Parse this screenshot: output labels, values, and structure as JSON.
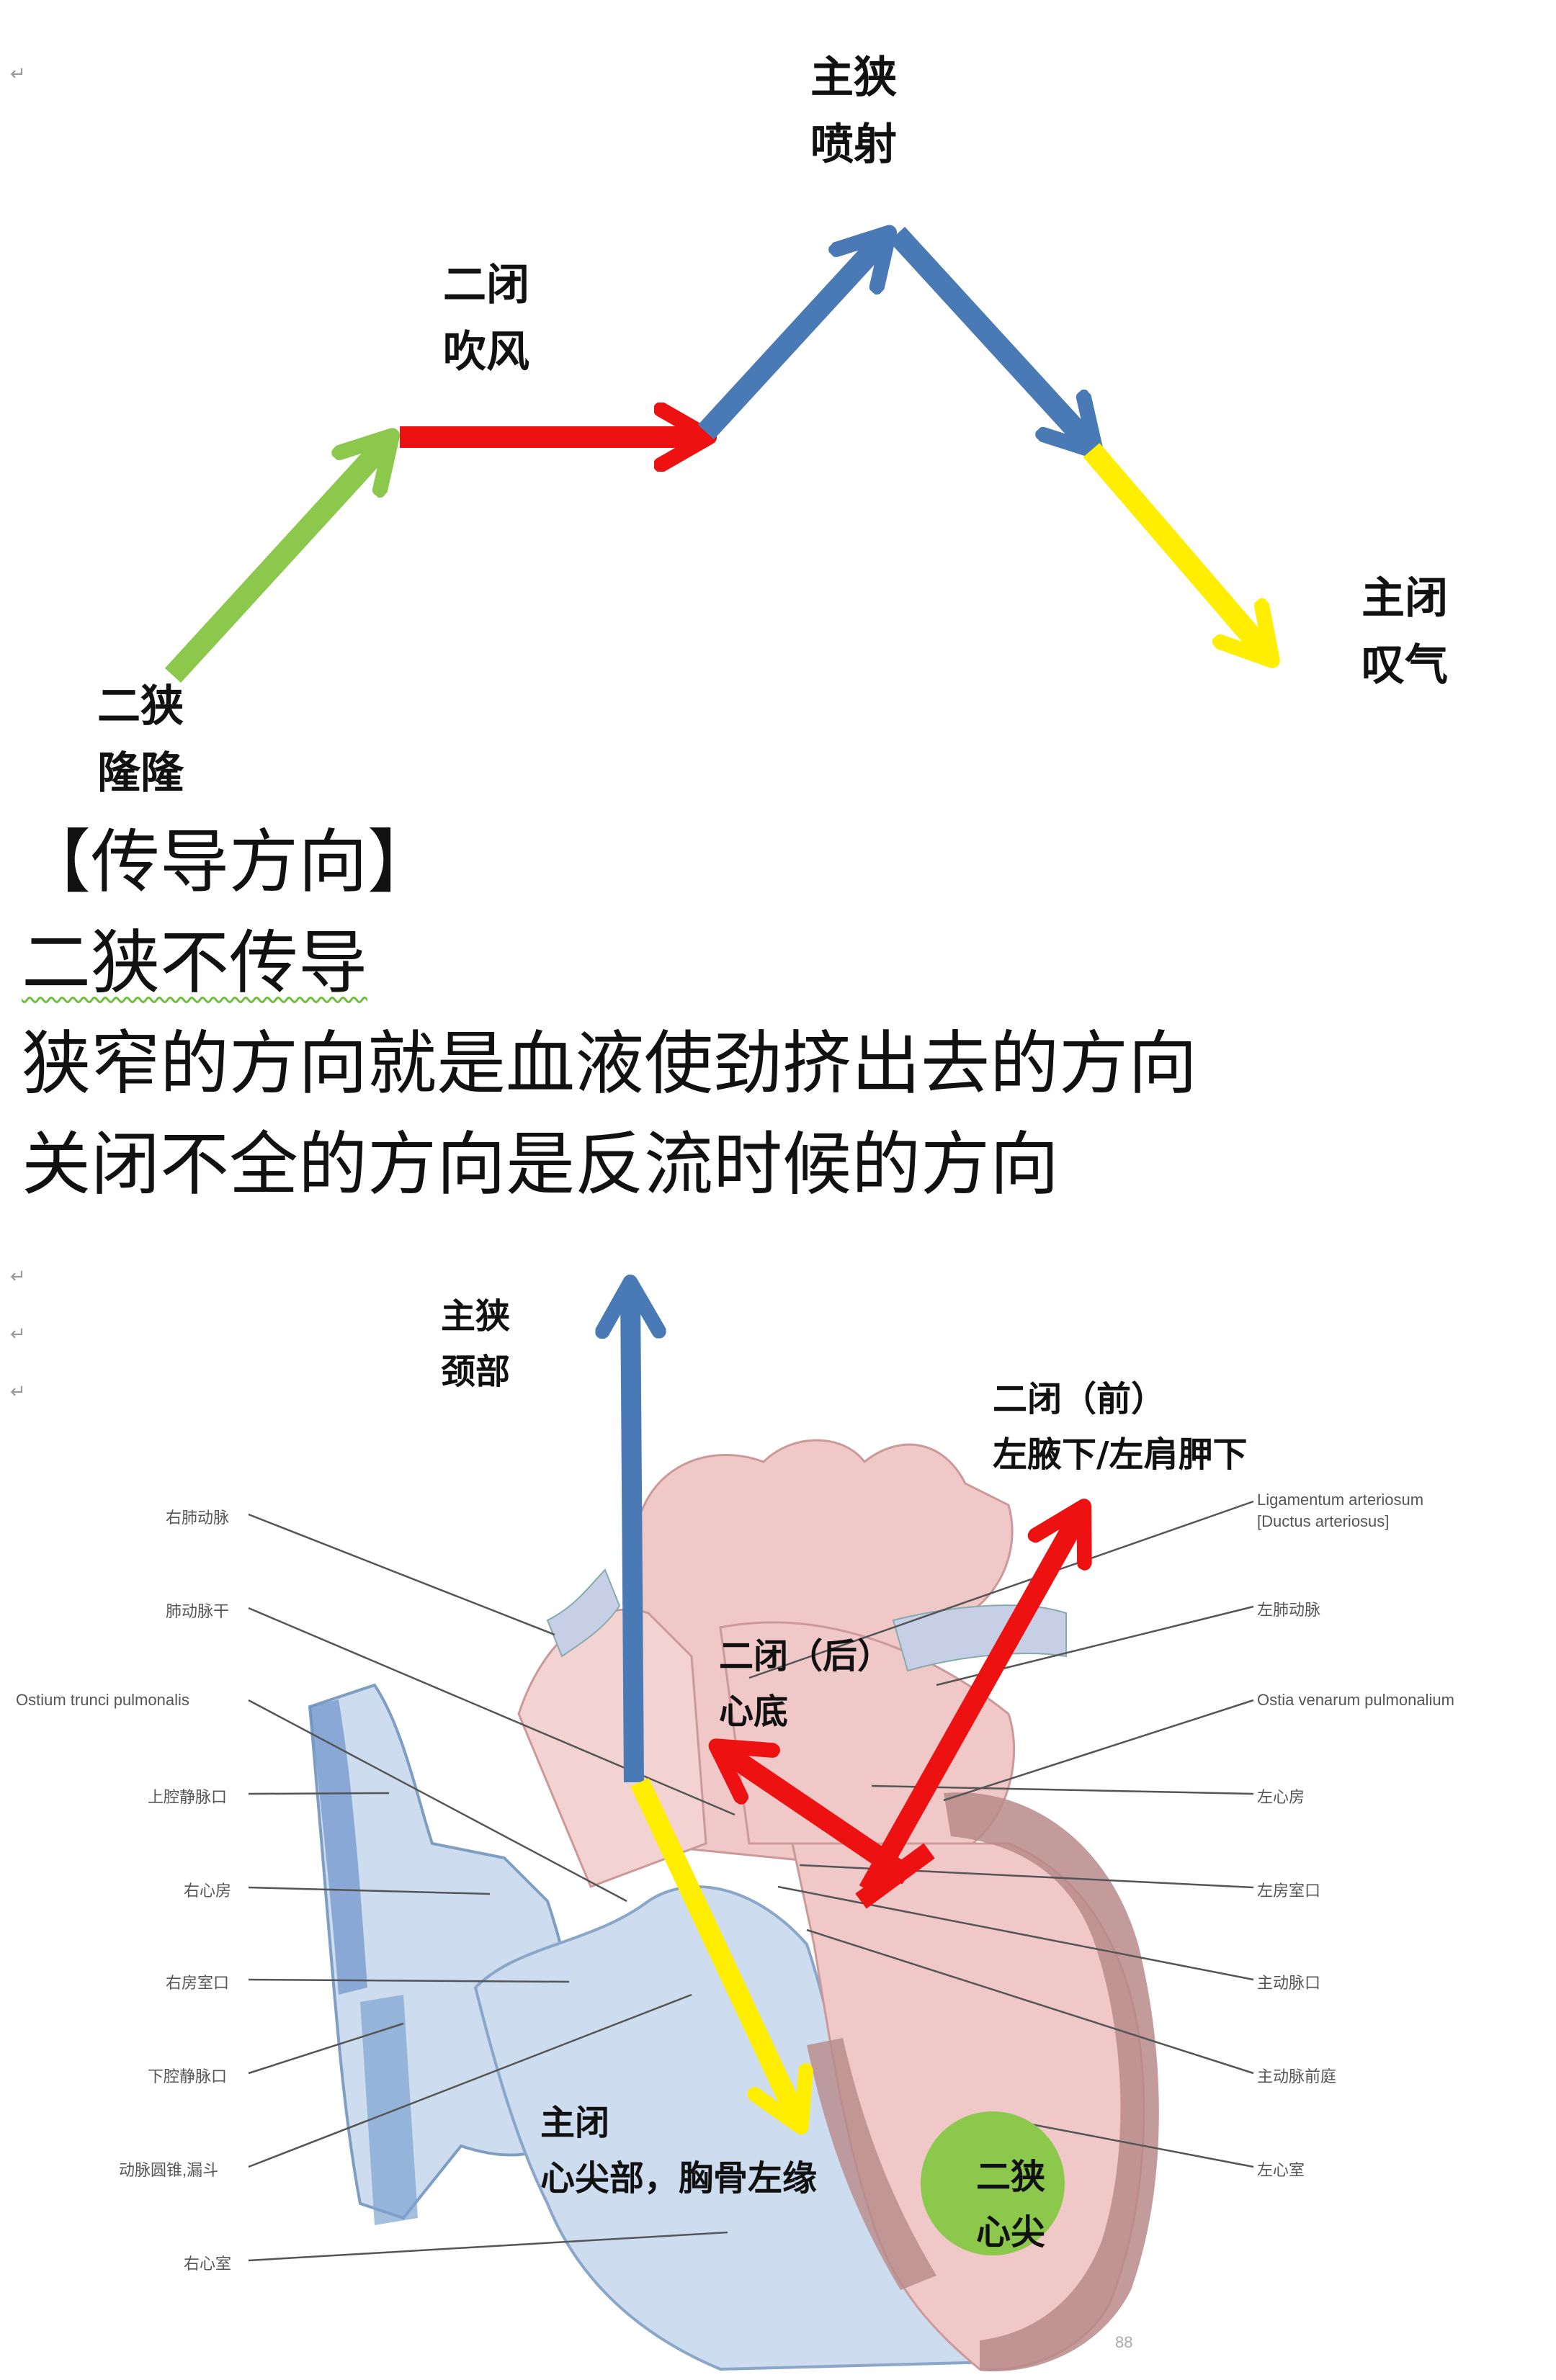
{
  "diagram_top": {
    "labels": {
      "mitral_stenosis": [
        "二狭",
        "隆隆"
      ],
      "mitral_regurg": [
        "二闭",
        "吹风"
      ],
      "aortic_stenosis": [
        "主狭",
        "喷射"
      ],
      "aortic_regurg": [
        "主闭",
        "叹气"
      ]
    }
  },
  "text_block": {
    "heading": "【传导方向】",
    "line1": "二狭不传导",
    "line2": "狭窄的方向就是血液使劲挤出去的方向",
    "line3": "关闭不全的方向是反流时候的方向"
  },
  "heart_diagram": {
    "overlay_labels": {
      "aortic_stenosis": [
        "主狭",
        "颈部"
      ],
      "mitral_regurg_anterior": [
        "二闭（前）",
        "左腋下/左肩胛下"
      ],
      "mitral_regurg_posterior": [
        "二闭（后）",
        "心底"
      ],
      "aortic_regurg": [
        "主闭",
        "心尖部，胸骨左缘"
      ],
      "mitral_stenosis": [
        "二狭",
        "心尖"
      ]
    },
    "left_labels": [
      "右肺动脉",
      "肺动脉干",
      "Ostium trunci pulmonalis",
      "上腔静脉口",
      "右心房",
      "右房室口",
      "下腔静脉口",
      "动脉圆锥,漏斗",
      "右心室"
    ],
    "right_labels": [
      "Ligamentum arteriosum",
      "[Ductus arteriosus]",
      "左肺动脉",
      "Ostia venarum pulmonalium",
      "左心房",
      "左房室口",
      "主动脉口",
      "主动脉前庭",
      "左心室"
    ],
    "page_mark": "88"
  },
  "colors": {
    "green": "#8cc84b",
    "red": "#ee1111",
    "blue": "#4a7ab5",
    "yellow": "#ffee00",
    "heart_pink": "#f0c8c8",
    "heart_blue": "#cddcee"
  }
}
